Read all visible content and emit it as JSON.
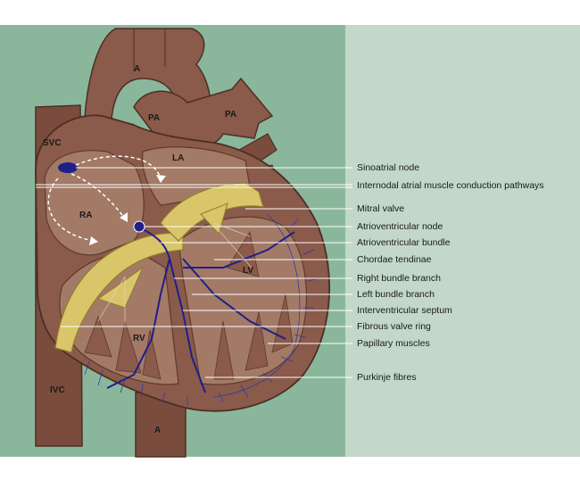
{
  "colors": {
    "left_panel": "#8ab79b",
    "right_panel": "#c3d8c8",
    "muscle": "#8a5a4a",
    "muscle_dark": "#5e3a2e",
    "chamber_interior": "#a37a66",
    "valve_yellow": "#d9c56a",
    "conduction_blue": "#1f1f8a",
    "leader_line": "#ffffff"
  },
  "chambers": {
    "aorta_top": "A",
    "pulmonary_artery_left": "PA",
    "pulmonary_artery_right": "PA",
    "superior_vena_cava": "SVC",
    "left_atrium": "LA",
    "right_atrium": "RA",
    "left_ventricle": "LV",
    "right_ventricle": "RV",
    "inferior_vena_cava": "IVC",
    "aorta_bottom": "A"
  },
  "labels": {
    "sinoatrial_node": "Sinoatrial node",
    "internodal_pathways": "Internodal atrial muscle conduction pathways",
    "mitral_valve": "Mitral valve",
    "atrioventricular_node": "Atrioventricular node",
    "atrioventricular_bundle": "Atrioventricular bundle",
    "chordae_tendinae": "Chordae tendinae",
    "right_bundle_branch": "Right bundle branch",
    "left_bundle_branch": "Left bundle branch",
    "interventricular_septum": "Interventricular septum",
    "fibrous_valve_ring": "Fibrous valve ring",
    "papillary_muscles": "Papillary muscles",
    "purkinje_fibres": "Purkinje fibres"
  }
}
